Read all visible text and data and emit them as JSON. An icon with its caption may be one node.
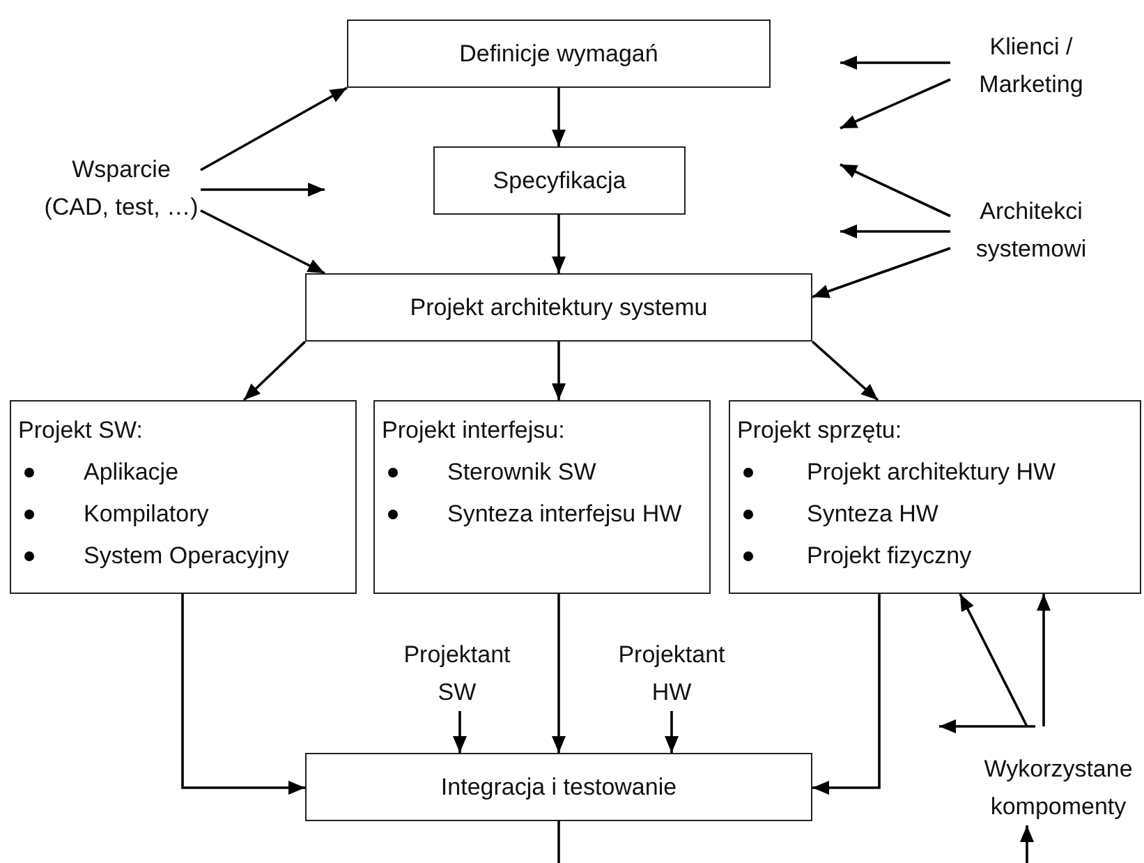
{
  "diagram": {
    "nodes": [
      {
        "text": [
          "Definicje wymagań"
        ]
      },
      {
        "text": [
          "Specyfikacja"
        ]
      },
      {
        "text": [
          "Projekt architektury systemu"
        ]
      },
      {
        "text": [
          "Projekt SW:",
          "Aplikacje",
          "Kompilatory",
          "System Operacyjny"
        ]
      },
      {
        "text": [
          "Projekt interfejsu:",
          "Sterownik SW",
          "Synteza interfejsu HW"
        ]
      },
      {
        "text": [
          "Projekt sprzętu:",
          "Projekt architektury HW",
          "Synteza HW",
          "Projekt fizyczny"
        ]
      },
      {
        "text": [
          "Integracja i testowanie"
        ]
      },
      {
        "text": [
          "Wsparcie (CAD, test, …)"
        ]
      },
      {
        "text": [
          "Klienci / Marketing"
        ]
      },
      {
        "text": [
          "Architekci systemowi"
        ]
      },
      {
        "text": [
          "Projektant SW"
        ]
      },
      {
        "text": [
          "Projektant HW"
        ]
      },
      {
        "text": [
          "Wykorzystane kompomenty"
        ]
      }
    ],
    "edges": [
      {
        "from": 0,
        "to": 1,
        "arrow": "to"
      },
      {
        "from": 1,
        "to": 2,
        "arrow": "to"
      },
      {
        "from": 2,
        "to": 3,
        "arrow": "to"
      },
      {
        "from": 2,
        "to": 4,
        "arrow": "to"
      },
      {
        "from": 2,
        "to": 5,
        "arrow": "to"
      },
      {
        "from": 3,
        "to": 6,
        "arrow": "to"
      },
      {
        "from": 4,
        "to": 6,
        "arrow": "to"
      },
      {
        "from": 5,
        "to": 6,
        "arrow": "to"
      },
      {
        "from": 10,
        "to": 6,
        "arrow": "to"
      },
      {
        "from": 11,
        "to": 6,
        "arrow": "to"
      },
      {
        "from": 6,
        "to": null,
        "arrow": "none"
      },
      {
        "from": 7,
        "to": 0,
        "arrow": "to"
      },
      {
        "from": 7,
        "to": null,
        "arrow": "to"
      },
      {
        "from": 7,
        "to": 2,
        "arrow": "to"
      },
      {
        "from": 8,
        "to": null,
        "arrow": "to"
      },
      {
        "from": 8,
        "to": null,
        "arrow": "to"
      },
      {
        "from": 9,
        "to": null,
        "arrow": "to"
      },
      {
        "from": 9,
        "to": null,
        "arrow": "to"
      },
      {
        "from": 9,
        "to": 2,
        "arrow": "to"
      },
      {
        "from": 12,
        "to": 5,
        "arrow": "to"
      },
      {
        "from": 12,
        "to": 5,
        "arrow": "to"
      },
      {
        "from": 12,
        "to": null,
        "arrow": "to"
      },
      {
        "from": null,
        "to": 12,
        "arrow": "to"
      }
    ]
  }
}
